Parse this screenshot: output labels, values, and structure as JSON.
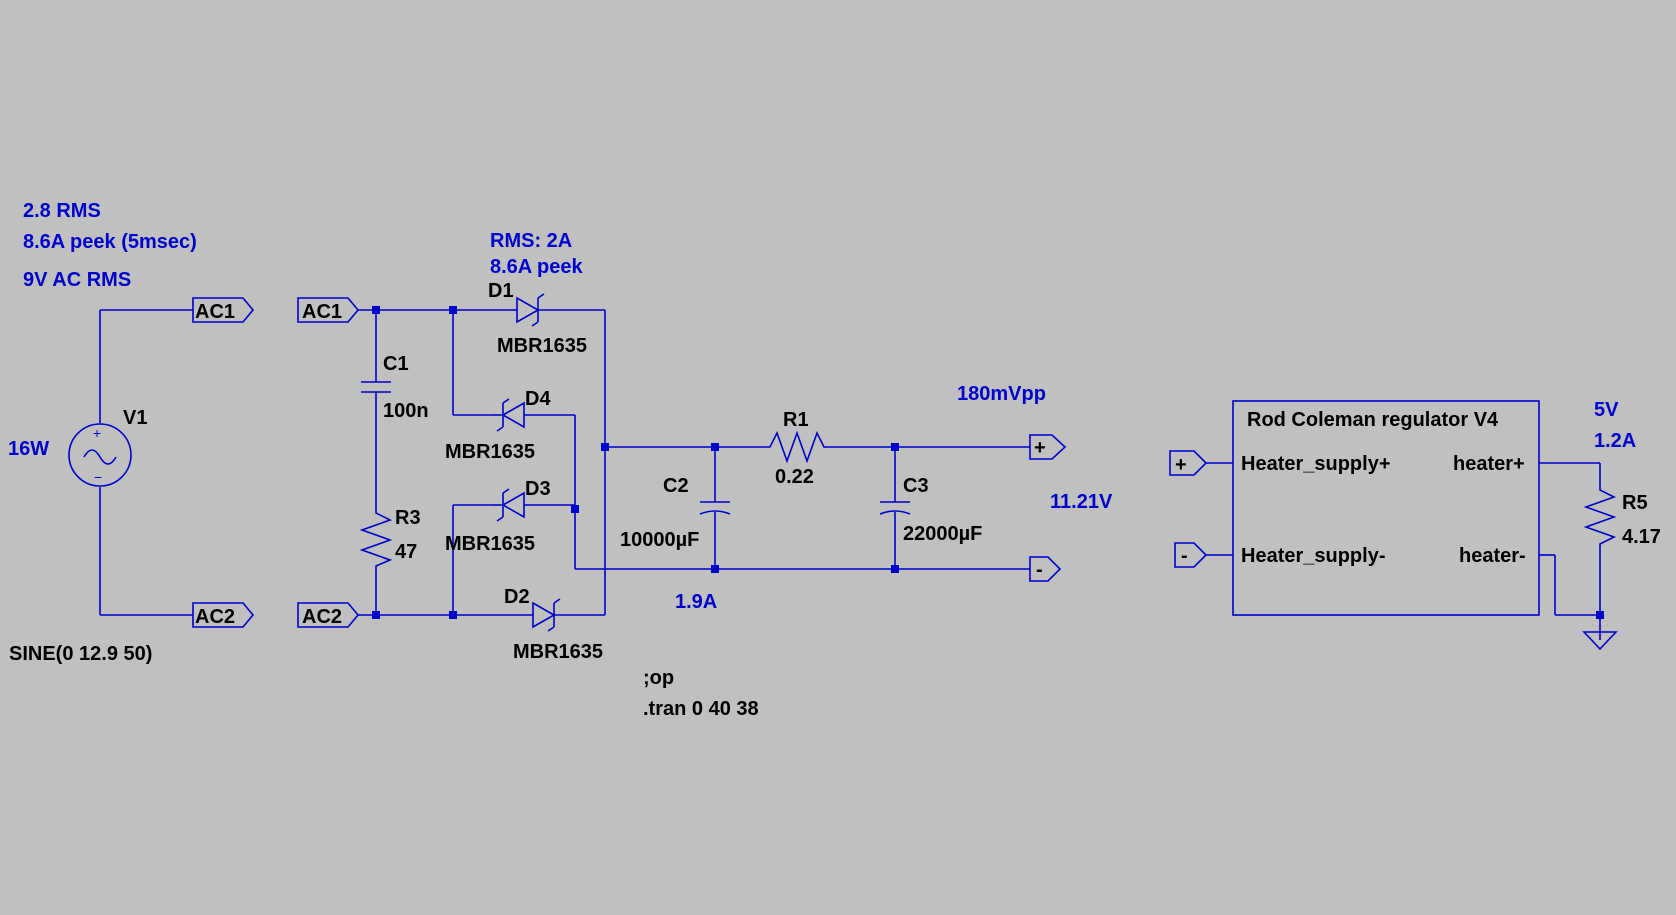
{
  "annotations": {
    "rms_current": "2.8 RMS",
    "peak_current": "8.6A peek (5msec)",
    "ac_voltage": "9V AC RMS",
    "power": "16W",
    "diode_rms": "RMS: 2A",
    "diode_peak": "8.6A peek",
    "ripple": "180mVpp",
    "output_voltage": "11.21V",
    "load_current": "1.9A",
    "heater_voltage": "5V",
    "heater_current": "1.2A"
  },
  "source": {
    "name": "V1",
    "value": "SINE(0 12.9 50)"
  },
  "net_labels": {
    "ac1": "AC1",
    "ac2": "AC2",
    "plus": "+",
    "minus": "-"
  },
  "components": {
    "c1": {
      "name": "C1",
      "value": "100n"
    },
    "r3": {
      "name": "R3",
      "value": "47"
    },
    "d1": {
      "name": "D1",
      "value": "MBR1635"
    },
    "d2": {
      "name": "D2",
      "value": "MBR1635"
    },
    "d3": {
      "name": "D3",
      "value": "MBR1635"
    },
    "d4": {
      "name": "D4",
      "value": "MBR1635"
    },
    "c2": {
      "name": "C2",
      "value": "10000µF"
    },
    "r1": {
      "name": "R1",
      "value": "0.22"
    },
    "c3": {
      "name": "C3",
      "value": "22000µF"
    },
    "r5": {
      "name": "R5",
      "value": "4.17"
    }
  },
  "directives": {
    "op": ";op",
    "tran": ".tran 0 40 38"
  },
  "regulator": {
    "title": "Rod Coleman regulator V4",
    "pin_in_plus": "Heater_supply+",
    "pin_in_minus": "Heater_supply-",
    "pin_out_plus": "heater+",
    "pin_out_minus": "heater-"
  },
  "colors": {
    "background": "#c0c0c0",
    "wire": "#0000cc",
    "label": "#000000",
    "annotation": "#0000cc"
  }
}
